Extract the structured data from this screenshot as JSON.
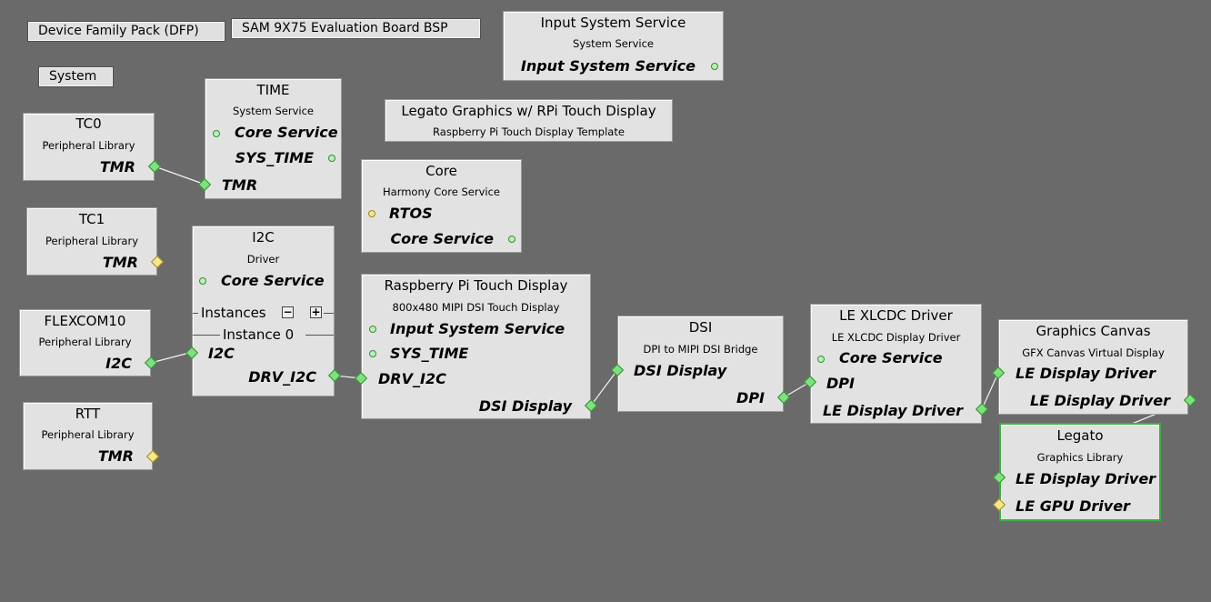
{
  "chips": {
    "dfp": "Device Family Pack (DFP)",
    "bsp": "SAM 9X75 Evaluation Board BSP",
    "system": "System"
  },
  "input_system": {
    "title": "Input System Service",
    "subtitle": "System Service",
    "port": "Input System Service"
  },
  "time": {
    "title": "TIME",
    "subtitle": "System Service",
    "core_service": "Core Service",
    "sys_time": "SYS_TIME",
    "tmr": "TMR"
  },
  "legato_template": {
    "title": "Legato Graphics w/ RPi Touch Display",
    "subtitle": "Raspberry Pi Touch Display Template"
  },
  "tc0": {
    "title": "TC0",
    "subtitle": "Peripheral Library",
    "port": "TMR"
  },
  "tc1": {
    "title": "TC1",
    "subtitle": "Peripheral Library",
    "port": "TMR"
  },
  "core": {
    "title": "Core",
    "subtitle": "Harmony Core Service",
    "rtos": "RTOS",
    "core_service": "Core Service"
  },
  "i2c": {
    "title": "I2C",
    "subtitle": "Driver",
    "core_service": "Core Service",
    "instances": "Instances",
    "instance0": "Instance 0",
    "port_i2c": "I2C",
    "drv_i2c": "DRV_I2C",
    "minus": "−",
    "plus": "+"
  },
  "flexcom10": {
    "title": "FLEXCOM10",
    "subtitle": "Peripheral Library",
    "port": "I2C"
  },
  "rtt": {
    "title": "RTT",
    "subtitle": "Peripheral Library",
    "port": "TMR"
  },
  "rpi": {
    "title": "Raspberry Pi Touch Display",
    "subtitle": "800x480 MIPI DSI Touch Display",
    "input_sys": "Input System Service",
    "sys_time": "SYS_TIME",
    "drv_i2c": "DRV_I2C",
    "dsi_display": "DSI Display"
  },
  "dsi": {
    "title": "DSI",
    "subtitle": "DPI to MIPI DSI Bridge",
    "dsi_display": "DSI Display",
    "dpi": "DPI"
  },
  "xlcdc": {
    "title": "LE XLCDC Driver",
    "subtitle": "LE XLCDC Display Driver",
    "core_service": "Core Service",
    "dpi": "DPI",
    "le_display_driver": "LE Display Driver"
  },
  "canvas": {
    "title": "Graphics Canvas",
    "subtitle": "GFX Canvas Virtual Display",
    "le_in": "LE Display Driver",
    "le_out": "LE Display Driver"
  },
  "legato": {
    "title": "Legato",
    "subtitle": "Graphics Library",
    "le_display_driver": "LE Display Driver",
    "le_gpu_driver": "LE GPU Driver"
  },
  "colors": {
    "background": "#6a6a6a",
    "node": "#e2e2e2",
    "port_green": "#7fe07f",
    "port_yellow": "#f5e68a",
    "selected": "#3cb043"
  }
}
